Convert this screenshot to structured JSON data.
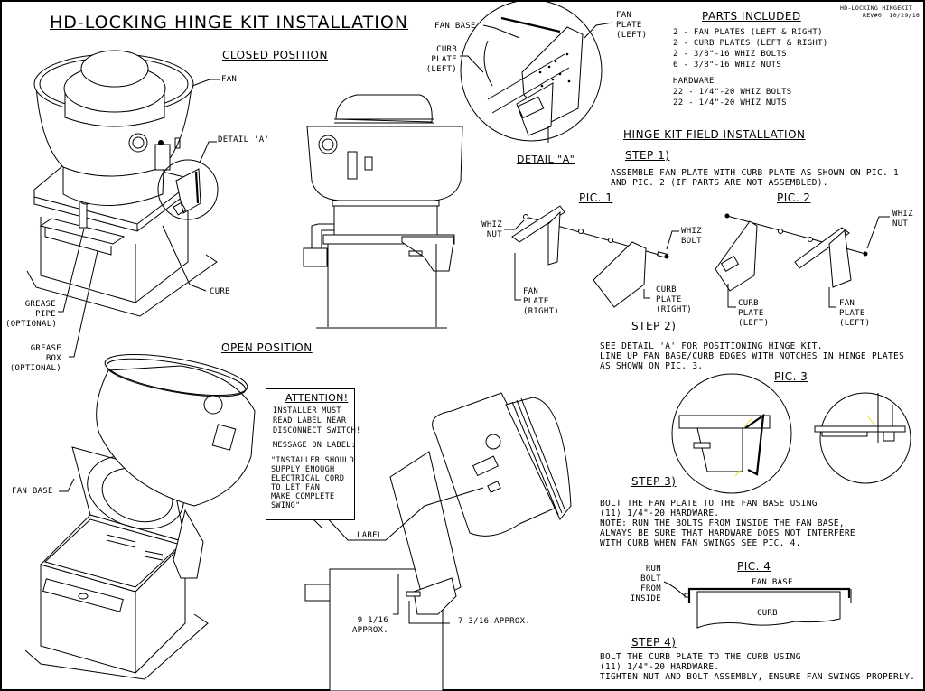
{
  "title": "HD-LOCKING HINGE KIT INSTALLATION",
  "doc_ref": {
    "line1": "HD-LOCKING HINGEKIT",
    "line2": "REV#0  10/29/16"
  },
  "closed_position": {
    "heading": "CLOSED POSITION",
    "labels": {
      "fan": "FAN",
      "detail_a": "DETAIL 'A'",
      "curb": "CURB",
      "grease_pipe": "GREASE\nPIPE\n(OPTIONAL)",
      "grease_box": "GREASE\nBOX\n(OPTIONAL)"
    }
  },
  "detail_a": {
    "caption": "DETAIL \"A\"",
    "labels": {
      "fan_base": "FAN BASE",
      "curb_plate_left": "CURB\nPLATE\n(LEFT)",
      "fan_plate_left": "FAN\nPLATE\n(LEFT)"
    }
  },
  "parts_included": {
    "heading": "PARTS INCLUDED",
    "items": [
      "2 - FAN PLATES (LEFT & RIGHT)",
      "2 - CURB PLATES (LEFT & RIGHT)",
      "2 - 3/8\"-16 WHIZ BOLTS",
      "6 - 3/8\"-16 WHIZ NUTS"
    ],
    "hardware_heading": "HARDWARE",
    "hardware_items": [
      "22 - 1/4\"-20 WHIZ BOLTS",
      "22 - 1/4\"-20 WHIZ NUTS"
    ]
  },
  "field_installation": {
    "heading": "HINGE KIT FIELD INSTALLATION",
    "steps": [
      {
        "label": "STEP 1)",
        "text": "ASSEMBLE FAN PLATE WITH CURB PLATE AS SHOWN ON PIC. 1\nAND PIC. 2 (IF PARTS ARE NOT ASSEMBLED)."
      },
      {
        "label": "STEP 2)",
        "text": "SEE DETAIL 'A' FOR POSITIONING HINGE KIT.\nLINE UP FAN BASE/CURB EDGES WITH NOTCHES IN HINGE PLATES\nAS SHOWN ON PIC. 3."
      },
      {
        "label": "STEP 3)",
        "text": "BOLT THE FAN PLATE TO THE FAN BASE USING\n(11) 1/4\"-20 HARDWARE.\nNOTE: RUN THE BOLTS FROM INSIDE THE FAN BASE,\nALWAYS BE SURE THAT HARDWARE DOES NOT INTERFERE\nWITH CURB WHEN FAN SWINGS SEE PIC. 4."
      },
      {
        "label": "STEP 4)",
        "text": "BOLT THE CURB PLATE TO THE CURB USING\n(11) 1/4\"-20 HARDWARE.\nTIGHTEN NUT AND BOLT ASSEMBLY, ENSURE FAN SWINGS PROPERLY."
      }
    ]
  },
  "pic1": {
    "caption": "PIC. 1",
    "labels": {
      "whiz_nut": "WHIZ\nNUT",
      "fan_plate_right": "FAN\nPLATE\n(RIGHT)",
      "curb_plate_right": "CURB\nPLATE\n(RIGHT)",
      "whiz_bolt": "WHIZ\nBOLT"
    }
  },
  "pic2": {
    "caption": "PIC. 2",
    "labels": {
      "whiz_nut": "WHIZ\nNUT",
      "curb_plate_left": "CURB\nPLATE\n(LEFT)",
      "fan_plate_left": "FAN\nPLATE\n(LEFT)"
    }
  },
  "pic3": {
    "caption": "PIC. 3"
  },
  "pic4": {
    "caption": "PIC. 4",
    "labels": {
      "run_bolt": "RUN\nBOLT\nFROM\nINSIDE",
      "fan_base": "FAN BASE",
      "curb": "CURB"
    }
  },
  "open_position": {
    "heading": "OPEN POSITION",
    "labels": {
      "fan_base": "FAN BASE",
      "label": "LABEL",
      "dim_vertical": "9 1/16\nAPPROX.",
      "dim_horizontal": "7 3/16 APPROX."
    }
  },
  "attention": {
    "heading": "ATTENTION!",
    "line1": "INSTALLER MUST\nREAD LABEL NEAR\nDISCONNECT SWITCH!",
    "line2": "MESSAGE ON LABEL:",
    "line3": "\"INSTALLER SHOULD\nSUPPLY ENOUGH\nELECTRICAL CORD\nTO LET FAN\nMAKE COMPLETE\nSWING\""
  },
  "colors": {
    "line": "#000000",
    "background": "#ffffff",
    "highlight": "#e8e020"
  }
}
